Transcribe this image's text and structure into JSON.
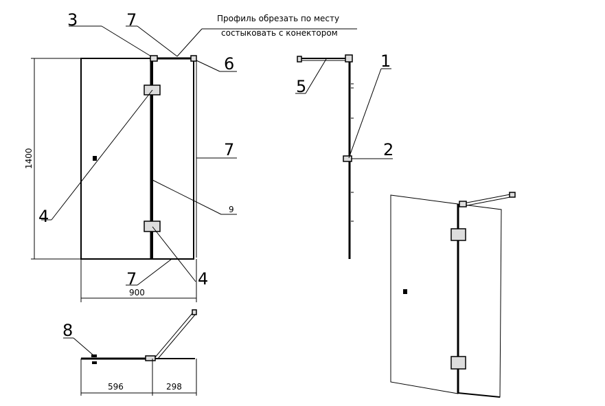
{
  "note": {
    "line1": "Профиль обрезать по месту",
    "line2": "состыковать с конектором"
  },
  "front_view": {
    "labels": {
      "p3": "3",
      "p7_top": "7",
      "p6": "6",
      "p7_right": "7",
      "p4_left": "4",
      "p9": "9",
      "p7_bottom": "7",
      "p4_bottom": "4"
    },
    "dim_height": "1400",
    "dim_width": "900"
  },
  "side_view": {
    "labels": {
      "p5": "5",
      "p1": "1",
      "p2": "2"
    }
  },
  "top_view": {
    "labels": {
      "p8": "8"
    },
    "dim_left": "596",
    "dim_right": "298"
  }
}
